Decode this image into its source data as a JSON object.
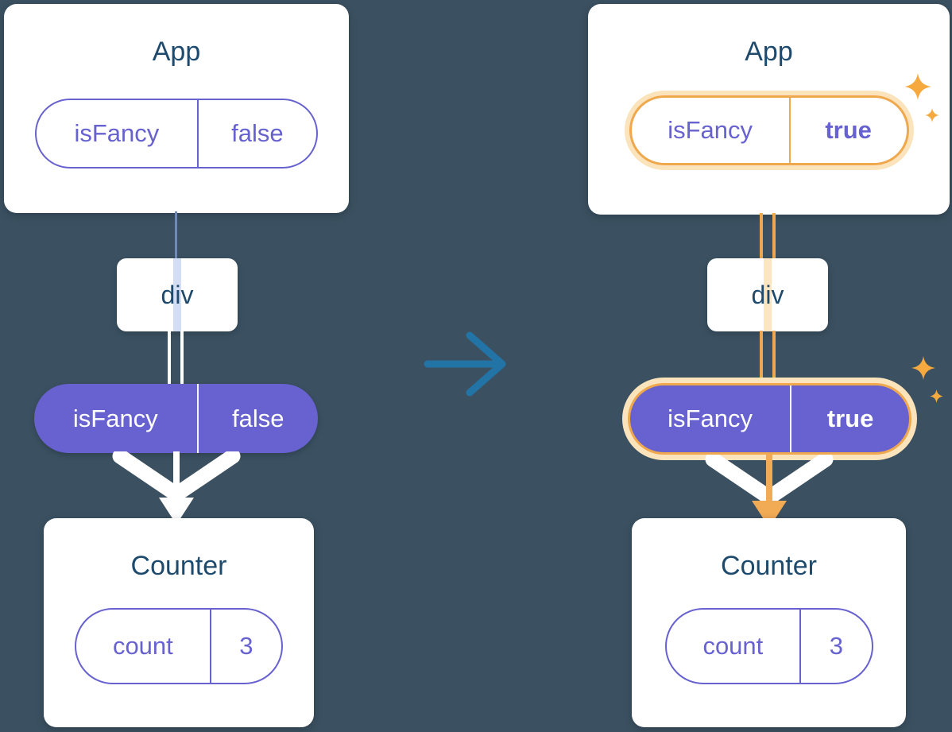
{
  "colors": {
    "background": "#3b5161",
    "card_bg": "#ffffff",
    "title_text": "#1d4a6d",
    "purple": "#6762cf",
    "highlight_orange": "#f0a84e",
    "highlight_glow": "#fbe4bb",
    "sparkle_orange": "#f5a93f",
    "transition_arrow_blue": "#2374a6",
    "connector_blue": "#7089b8",
    "connector_white": "#ffffff"
  },
  "icons": {
    "sparkle": "four-point-star",
    "transition": "right-arrow",
    "flow": "down-arrow-with-chevron"
  },
  "before": {
    "app": {
      "title": "App",
      "prop_name": "isFancy",
      "prop_value": "false"
    },
    "div": {
      "label": "div"
    },
    "passed_prop": {
      "name": "isFancy",
      "value": "false"
    },
    "counter": {
      "title": "Counter",
      "state_name": "count",
      "state_value": "3"
    }
  },
  "after": {
    "app": {
      "title": "App",
      "prop_name": "isFancy",
      "prop_value": "true"
    },
    "div": {
      "label": "div"
    },
    "passed_prop": {
      "name": "isFancy",
      "value": "true"
    },
    "counter": {
      "title": "Counter",
      "state_name": "count",
      "state_value": "3"
    }
  }
}
